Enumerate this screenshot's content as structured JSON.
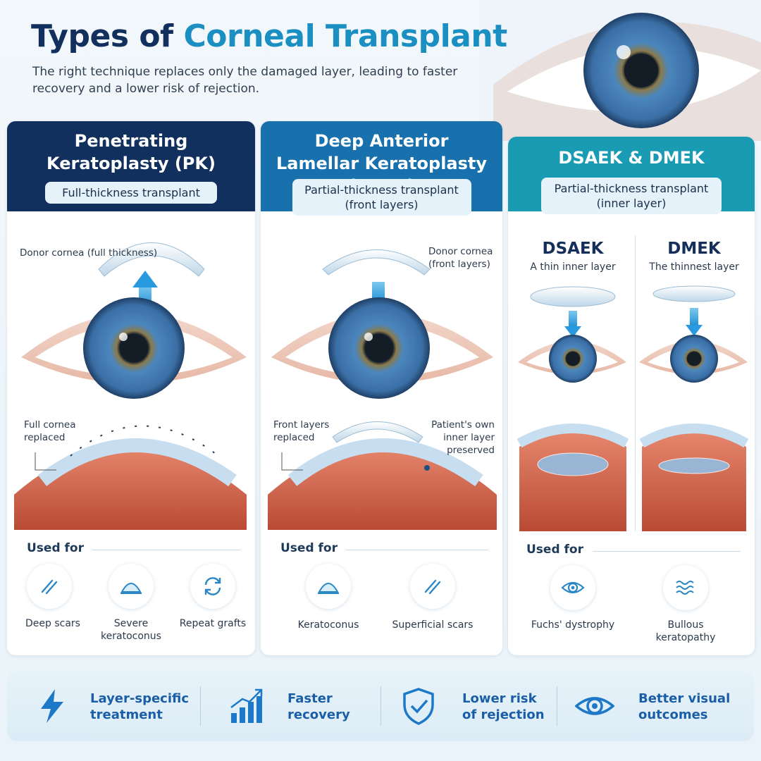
{
  "header": {
    "title_part1": "Types of ",
    "title_part2": "Corneal Transplant",
    "subtitle": "The right technique replaces only the damaged layer, leading to faster recovery and a lower risk of rejection."
  },
  "colors": {
    "navy": "#11305e",
    "blue": "#1b8fc2",
    "teal": "#1a9bb4",
    "iris": "#3d78b4"
  },
  "panels": {
    "pk": {
      "title": "Penetrating Keratoplasty (PK)",
      "pill": "Full-thickness transplant",
      "donor_label": "Donor cornea (full thickness)",
      "replaced_label": "Full cornea replaced",
      "used_for": "Used for",
      "uses": [
        {
          "label": "Deep scars",
          "icon": "lines-icon"
        },
        {
          "label": "Severe keratoconus",
          "icon": "cone-icon"
        },
        {
          "label": "Repeat grafts",
          "icon": "refresh-icon"
        }
      ]
    },
    "dalk": {
      "title": "Deep Anterior Lamellar Keratoplasty (DALK)",
      "pill": "Partial-thickness transplant (front layers)",
      "donor_label": "Donor cornea (front layers)",
      "replaced_label": "Front layers replaced",
      "preserved_label": "Patient's own inner layer preserved",
      "used_for": "Used for",
      "uses": [
        {
          "label": "Keratoconus",
          "icon": "cone-icon"
        },
        {
          "label": "Superficial scars",
          "icon": "lines-icon"
        }
      ]
    },
    "dsaek": {
      "title": "DSAEK & DMEK",
      "pill": "Partial-thickness transplant (inner layer)",
      "sub1_title": "DSAEK",
      "sub1_caption": "A thin inner layer",
      "sub2_title": "DMEK",
      "sub2_caption": "The thinnest layer",
      "used_for": "Used for",
      "uses": [
        {
          "label": "Fuchs' dystrophy",
          "icon": "eye-icon"
        },
        {
          "label": "Bullous keratopathy",
          "icon": "waves-icon"
        }
      ]
    }
  },
  "benefits": [
    {
      "label": "Layer-specific treatment",
      "icon": "lightning-icon"
    },
    {
      "label": "Faster recovery",
      "icon": "growth-chart-icon"
    },
    {
      "label": "Lower risk of rejection",
      "icon": "shield-check-icon"
    },
    {
      "label": "Better visual outcomes",
      "icon": "eye-icon"
    }
  ]
}
